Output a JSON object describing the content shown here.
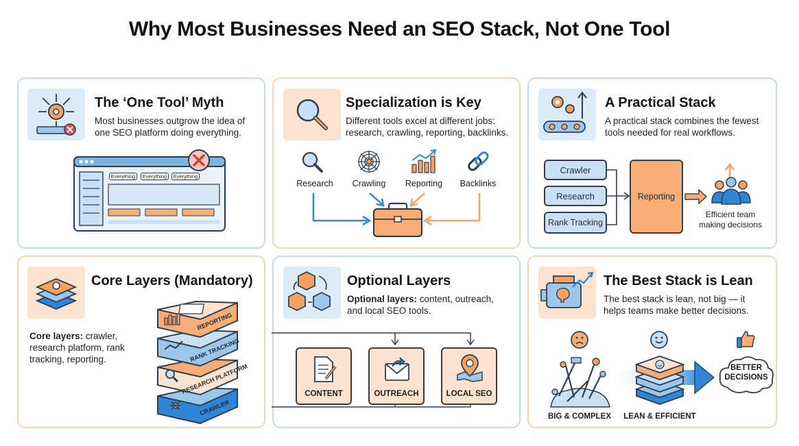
{
  "title": "Why Most Businesses Need an SEO Stack, Not One Tool",
  "panels": {
    "one_tool": {
      "title": "The ‘One Tool’ Myth",
      "desc": "Most businesses outgrow the idea of one SEO platform doing everything.",
      "tabs": [
        "Everything",
        "Everything",
        "Everything"
      ]
    },
    "specialization": {
      "title": "Specialization is Key",
      "desc": "Different tools excel at different jobs: research, crawling, reporting, backlinks.",
      "tools": [
        "Research",
        "Crawling",
        "Reporting",
        "Backlinks"
      ]
    },
    "practical": {
      "title": "A Practical Stack",
      "desc": "A practical stack combines the fewest tools needed for real workflows.",
      "inputs": [
        "Crawler",
        "Research",
        "Rank Tracking"
      ],
      "hub": "Reporting",
      "outcome": "Efficient team making decisions"
    },
    "core": {
      "title": "Core Layers (Mandatory)",
      "desc_bold": "Core layers:",
      "desc_rest": " crawler, research platform, rank tracking, reporting.",
      "layers": [
        "REPORTING",
        "RANK TRACKING",
        "RESEARCH PLATFORM",
        "CRAWLER"
      ]
    },
    "optional": {
      "title": "Optional Layers",
      "desc_bold": "Optional layers:",
      "desc_rest": " content, outreach, and local SEO tools.",
      "cards": [
        "CONTENT",
        "OUTREACH",
        "LOCAL SEO"
      ]
    },
    "lean": {
      "title": "The Best Stack is Lean",
      "desc": "The best stack is lean, not big — it helps teams make better decisions.",
      "labels": [
        "BIG & COMPLEX",
        "LEAN & EFFICIENT"
      ],
      "bubble": "BETTER DECISIONS"
    }
  },
  "colors": {
    "blue": "#c9e1f5",
    "orange": "#f7ad74",
    "peach": "#fbe3cf",
    "navy": "#2d3e52",
    "accent_blue": "#2f86d6"
  }
}
